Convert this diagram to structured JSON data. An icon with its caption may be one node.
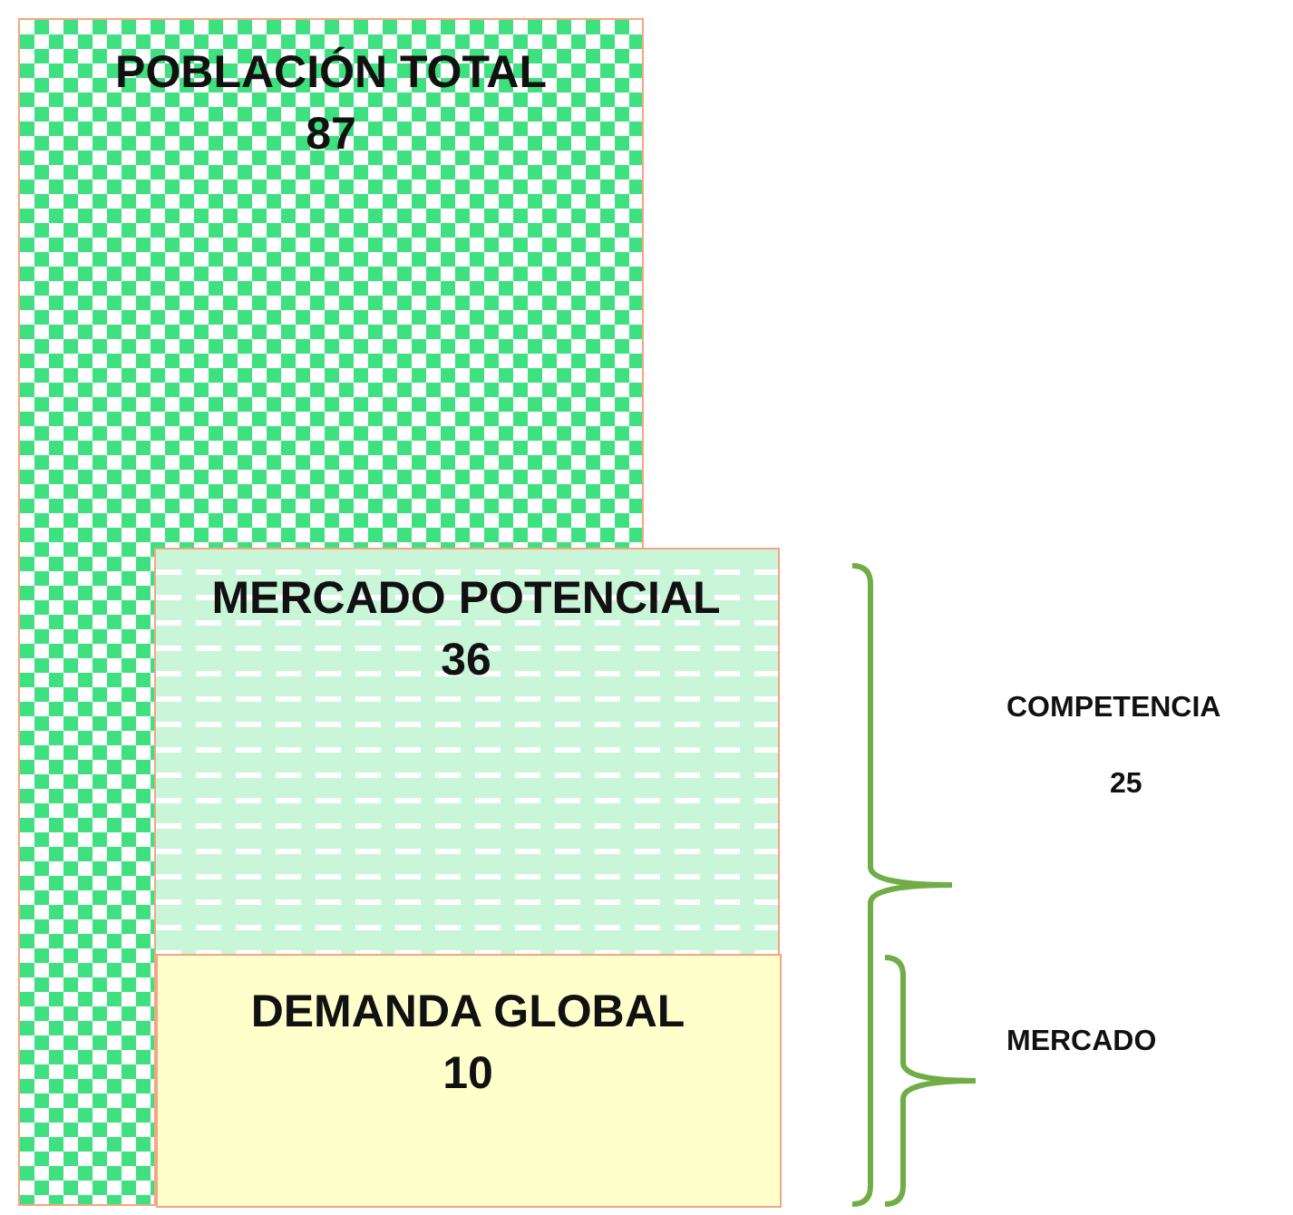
{
  "diagram": {
    "nodes": [
      {
        "text": [
          "POBLACIÓN TOTAL",
          "87"
        ]
      },
      {
        "text": [
          "MERCADO POTENCIAL",
          "36"
        ]
      },
      {
        "text": [
          "DEMANDA GLOBAL",
          "10"
        ],
        "in": 1
      }
    ],
    "labels": [
      "COMPETENCIA",
      "25",
      "MERCADO"
    ]
  }
}
